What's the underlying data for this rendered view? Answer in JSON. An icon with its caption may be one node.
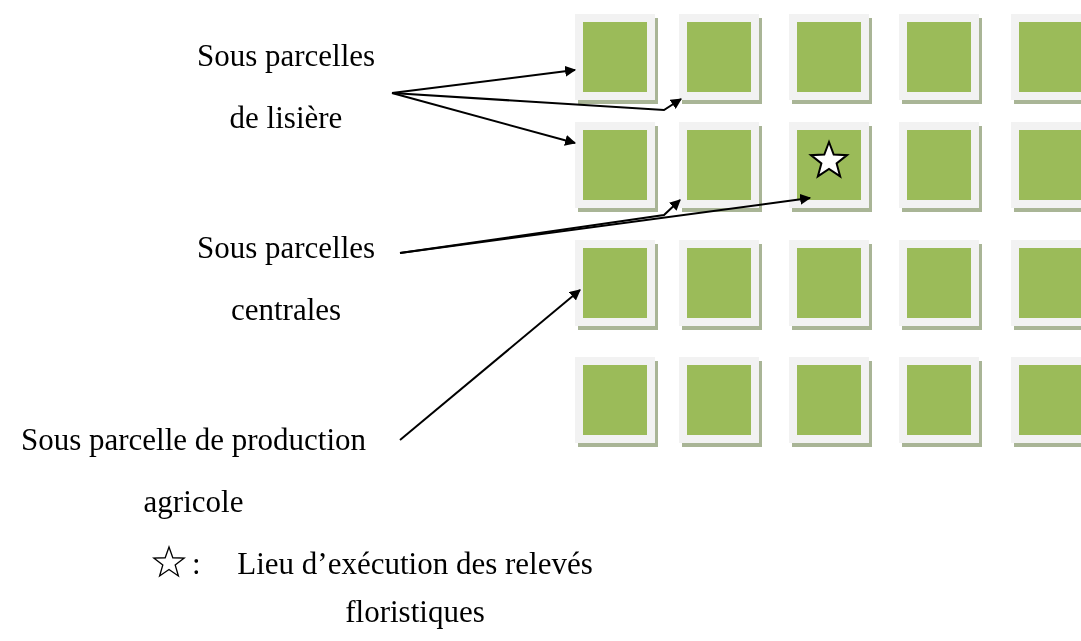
{
  "diagram": {
    "nodes": [
      {
        "text": [
          "Sous parcelles de lisière"
        ]
      },
      {
        "text": [
          "Sous parcelles centrales"
        ]
      },
      {
        "text": [
          "Sous parcelle de production agricole"
        ]
      },
      {
        "text": [],
        "shape": "box"
      },
      {
        "text": [],
        "shape": "box"
      },
      {
        "text": [],
        "shape": "box"
      },
      {
        "text": [],
        "shape": "box"
      },
      {
        "text": [],
        "shape": "box"
      },
      {
        "text": [],
        "shape": "box"
      },
      {
        "text": [],
        "shape": "box"
      },
      {
        "text": [],
        "shape": "box"
      },
      {
        "text": [],
        "shape": "box"
      },
      {
        "text": [],
        "shape": "box"
      },
      {
        "text": [],
        "shape": "box"
      },
      {
        "text": [],
        "shape": "box"
      },
      {
        "text": [],
        "shape": "box"
      },
      {
        "text": [],
        "shape": "box"
      },
      {
        "text": [],
        "shape": "box"
      },
      {
        "text": [],
        "shape": "box"
      },
      {
        "text": [],
        "shape": "box"
      },
      {
        "text": [],
        "shape": "box"
      },
      {
        "text": [],
        "shape": "box"
      },
      {
        "text": [],
        "shape": "box"
      }
    ],
    "edges": [
      {
        "from": 0,
        "to": 3,
        "arrow": "to"
      },
      {
        "from": 0,
        "to": 4,
        "arrow": "to"
      },
      {
        "from": 0,
        "to": 8,
        "arrow": "to"
      },
      {
        "from": 1,
        "to": 9,
        "arrow": "to"
      },
      {
        "from": 1,
        "to": 10,
        "arrow": "to"
      },
      {
        "from": 2,
        "to": 13,
        "arrow": "to"
      }
    ],
    "labels": [
      ":"
    ],
    "legend": [
      {
        "text": "Lieu d’exécution des relevés floristiques"
      }
    ]
  }
}
